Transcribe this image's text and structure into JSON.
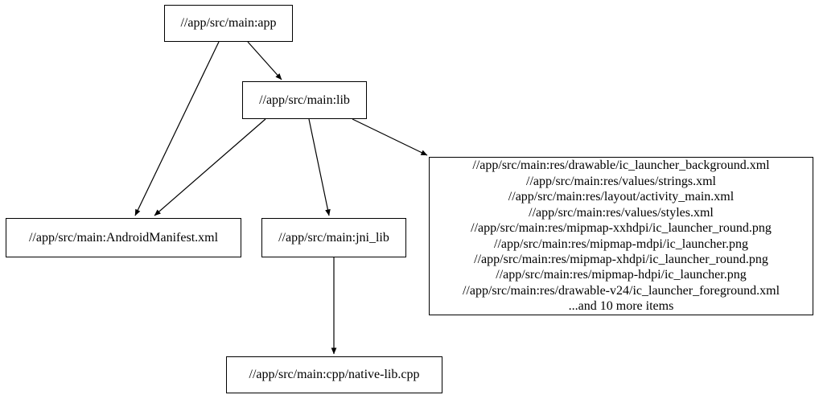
{
  "graph": {
    "type": "dependency-graph",
    "nodes": {
      "app": {
        "label": "//app/src/main:app"
      },
      "lib": {
        "label": "//app/src/main:lib"
      },
      "android_manifest": {
        "label": "//app/src/main:AndroidManifest.xml"
      },
      "jni_lib": {
        "label": "//app/src/main:jni_lib"
      },
      "res_group": {
        "lines": [
          "//app/src/main:res/drawable/ic_launcher_background.xml",
          "//app/src/main:res/values/strings.xml",
          "//app/src/main:res/layout/activity_main.xml",
          "//app/src/main:res/values/styles.xml",
          "//app/src/main:res/mipmap-xxhdpi/ic_launcher_round.png",
          "//app/src/main:res/mipmap-mdpi/ic_launcher.png",
          "//app/src/main:res/mipmap-xhdpi/ic_launcher_round.png",
          "//app/src/main:res/mipmap-hdpi/ic_launcher.png",
          "//app/src/main:res/drawable-v24/ic_launcher_foreground.xml",
          "...and 10 more items"
        ]
      },
      "native_lib_cpp": {
        "label": "//app/src/main:cpp/native-lib.cpp"
      }
    },
    "edges": [
      {
        "from": "app",
        "to": "lib"
      },
      {
        "from": "app",
        "to": "android_manifest"
      },
      {
        "from": "lib",
        "to": "android_manifest"
      },
      {
        "from": "lib",
        "to": "jni_lib"
      },
      {
        "from": "lib",
        "to": "res_group"
      },
      {
        "from": "jni_lib",
        "to": "native_lib_cpp"
      }
    ],
    "colors": {
      "background": "#ffffff",
      "node_border": "#000000",
      "node_fill": "#ffffff",
      "edge": "#000000",
      "text": "#000000"
    }
  }
}
